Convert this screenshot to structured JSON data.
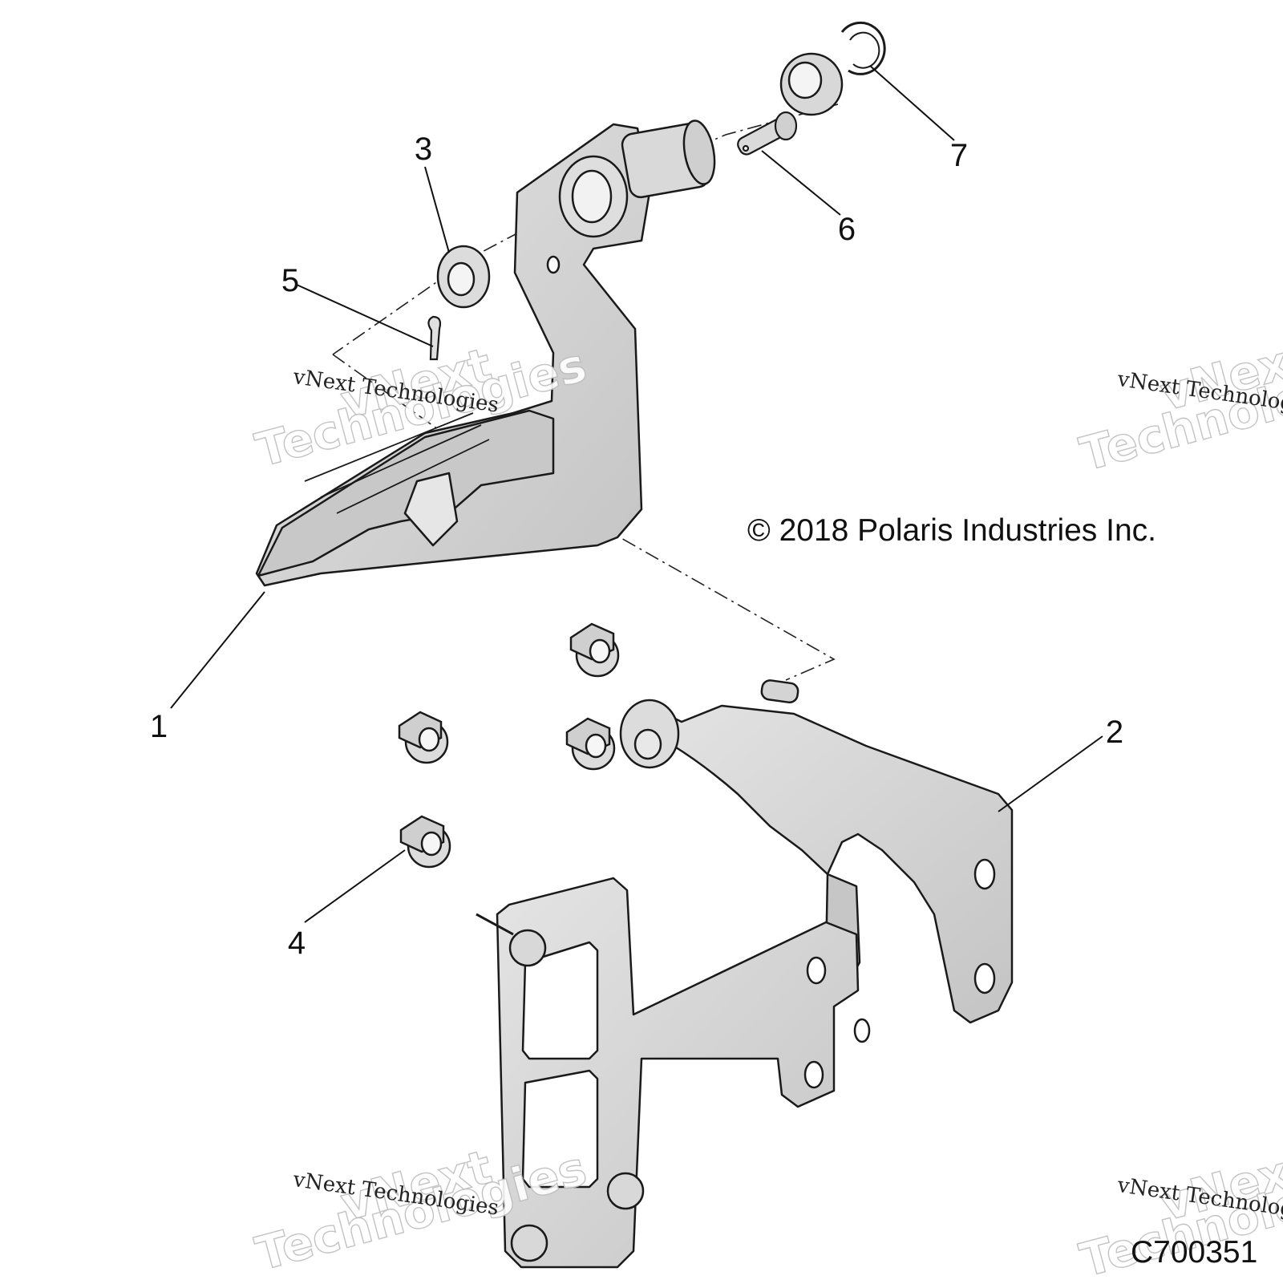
{
  "diagram": {
    "callouts": [
      {
        "id": "1",
        "label": "1"
      },
      {
        "id": "2",
        "label": "2"
      },
      {
        "id": "3",
        "label": "3"
      },
      {
        "id": "4",
        "label": "4"
      },
      {
        "id": "5",
        "label": "5"
      },
      {
        "id": "6",
        "label": "6"
      },
      {
        "id": "7",
        "label": "7"
      }
    ],
    "copyright": "© 2018 Polaris Industries Inc.",
    "figure_id": "C700351",
    "watermarks": {
      "small_text": "vNext Technologies",
      "big_line1": "vNext",
      "big_line2": "Technologies"
    },
    "colors": {
      "part_fill": "#d6d6d6",
      "part_stroke": "#1a1a1a",
      "background": "#ffffff"
    }
  }
}
